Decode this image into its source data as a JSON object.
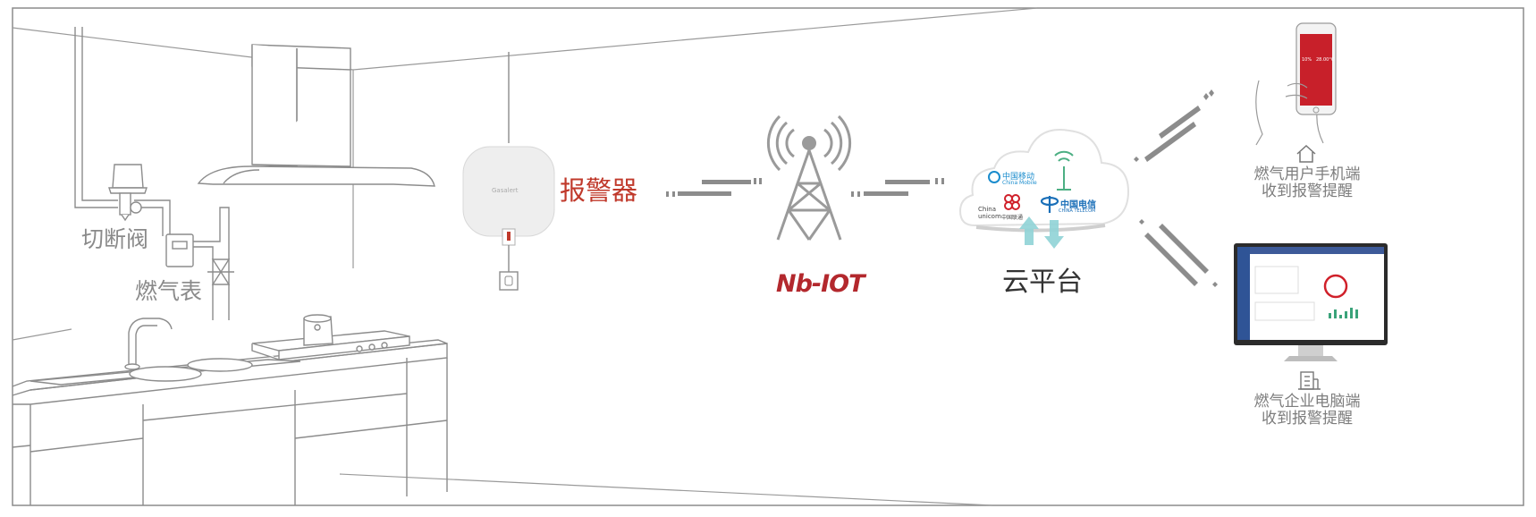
{
  "labels": {
    "valve": "切断阀",
    "meter": "燃气表",
    "alarm": "报警器",
    "network": "Nb-IOT",
    "cloud": "云平台",
    "mobile_line1": "燃气用户手机端",
    "mobile_line2": "收到报警提醒",
    "pc_line1": "燃气企业电脑端",
    "pc_line2": "收到报警提醒"
  },
  "carriers": {
    "mobile_cn": "中国移动",
    "mobile_en": "China Mobile",
    "unicom_en1": "China",
    "unicom_en2": "unicom",
    "unicom_cn": "中国联通",
    "telecom_cn": "中国电信",
    "telecom_en": "CHINA TELECOM"
  },
  "device_brand": "Gasalert",
  "phone_screen": {
    "left_value": "10%",
    "right_value": "28.00°C"
  },
  "colors": {
    "line_gray": "#8c8c8c",
    "accent_red": "#c0392b",
    "phone_red": "#c8202a",
    "pc_sidebar": "#2f5496",
    "arrow_teal": "#8fd3d6"
  }
}
